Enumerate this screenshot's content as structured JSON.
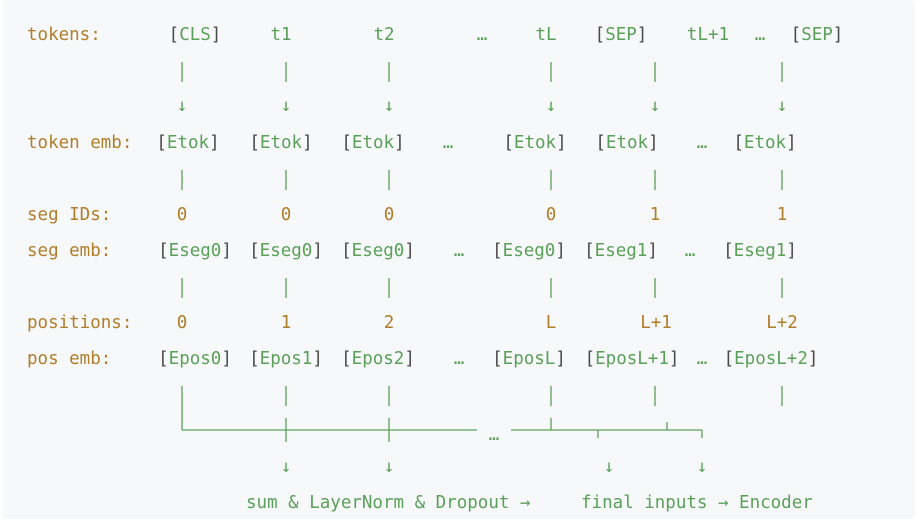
{
  "labels": {
    "tokens": "tokens:",
    "token_emb": "token emb:",
    "seg_ids": "seg IDs:",
    "seg_emb": "seg emb:",
    "positions": "positions:",
    "pos_emb": "pos emb:"
  },
  "ellipsis": "…",
  "tokens": [
    "CLS",
    "t1",
    "t2",
    "tL",
    "SEP",
    "tL+1",
    "SEP"
  ],
  "token_emb": "Etok",
  "seg_ids": [
    "0",
    "0",
    "0",
    "0",
    "1",
    "1"
  ],
  "seg_emb": [
    "Eseg0",
    "Eseg0",
    "Eseg0",
    "Eseg0",
    "Eseg1",
    "Eseg1"
  ],
  "positions": [
    "0",
    "1",
    "2",
    "L",
    "L+1",
    "L+2"
  ],
  "pos_emb": [
    "Epos0",
    "Epos1",
    "Epos2",
    "EposL",
    "EposL+1",
    "EposL+2"
  ],
  "footer": {
    "sum_text": "sum & LayerNorm & Dropout →",
    "final_text": "final inputs → Encoder"
  },
  "colors": {
    "label": "#b07d2b",
    "bracket": "#4a4a4a",
    "token": "#5aa05a",
    "line": "#5aa05a"
  }
}
